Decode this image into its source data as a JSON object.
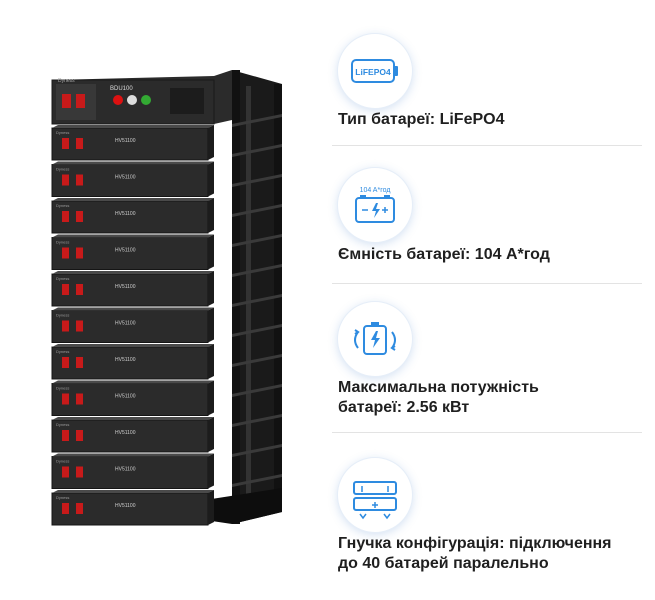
{
  "product": {
    "main_module_label": "BDU100",
    "battery_module_label": "HV51100",
    "brand_label": "Dyness"
  },
  "features": [
    {
      "icon": "lifepo4-battery-icon",
      "icon_label": "LiFEPO4",
      "text_lines": [
        "Тип батареї: LiFePO4"
      ]
    },
    {
      "icon": "battery-capacity-icon",
      "icon_label": "104 A*год",
      "text_lines": [
        "Ємність батареї: 104 A*год"
      ]
    },
    {
      "icon": "battery-power-icon",
      "icon_label": "",
      "text_lines": [
        "Максимальна потужність",
        "батареї: 2.56 кВт"
      ]
    },
    {
      "icon": "battery-configuration-icon",
      "icon_label": "",
      "text_lines": [
        "Гнучка конфігурація: підключення",
        "до 40 батарей паралельно"
      ]
    }
  ],
  "colors": {
    "accent": "#2e8be0",
    "text": "#1f1f1f",
    "battery_body": "#2b2b2b"
  }
}
